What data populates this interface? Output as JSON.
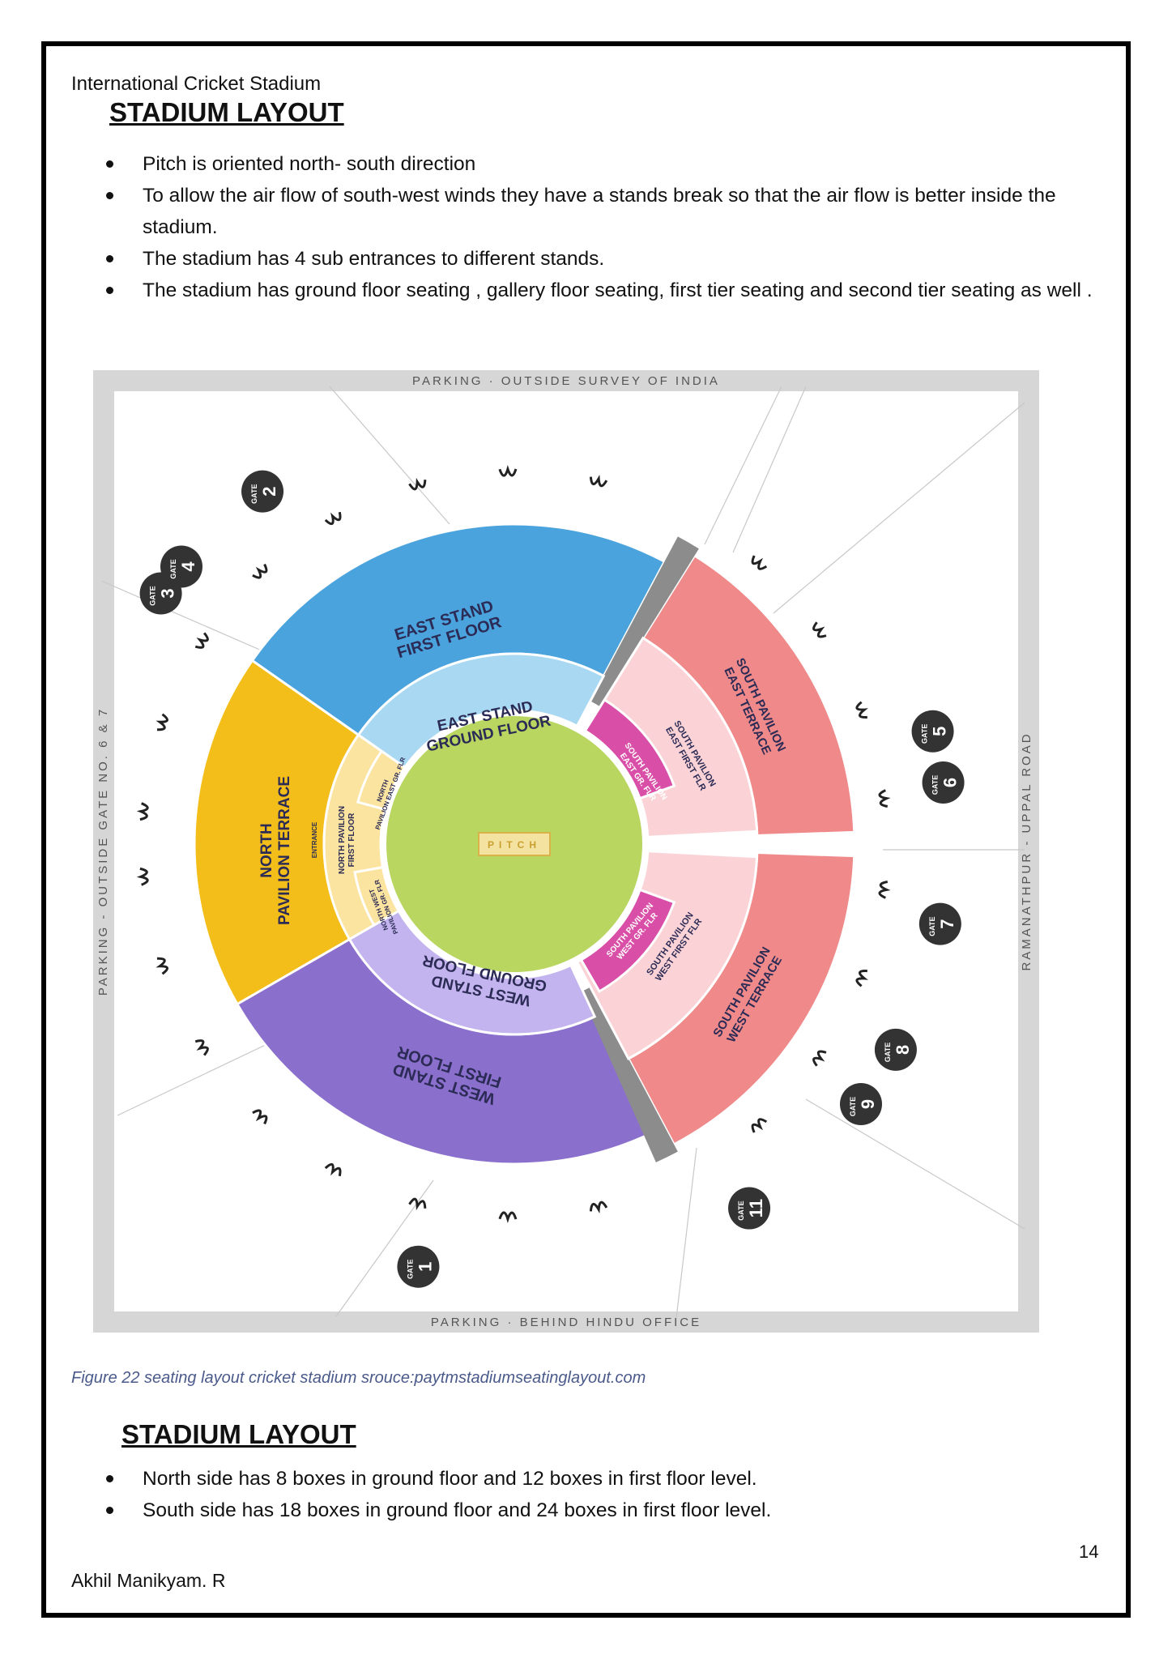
{
  "header": {
    "document_title": "International  Cricket Stadium"
  },
  "section1": {
    "heading": "STADIUM LAYOUT",
    "bullets": [
      "Pitch is oriented north- south direction",
      "To allow the air flow of south-west winds they have a stands break so that the air flow is better inside the stadium.",
      "The stadium has 4 sub entrances to different stands.",
      "The stadium has ground floor seating , gallery floor seating, first tier seating and second tier seating as well ."
    ]
  },
  "figure": {
    "road_top": "PARKING · OUTSIDE SURVEY OF INDIA",
    "road_bottom": "PARKING · BEHIND HINDU OFFICE",
    "road_left": "PARKING - OUTSIDE GATE NO. 6 & 7",
    "road_right": "RAMANATHPUR - UPPAL ROAD",
    "pitch_label": "PITCH",
    "stands": {
      "east_first": "EAST STAND FIRST FLOOR",
      "east_ground": "EAST STAND GROUND FLOOR",
      "west_first": "WEST STAND FIRST FLOOR",
      "west_ground": "WEST STAND GROUND FLOOR",
      "north_terrace": "NORTH PAVILION TERRACE",
      "north_first": "NORTH PAVILION FIRST FLOOR",
      "north_east_gr": "NORTH PAVILION EAST GR. FLR",
      "north_west_gr": "NORTH PAVILION WEST GR. FLR",
      "entrance": "ENTRANCE",
      "south_east_terrace": "SOUTH PAVILION EAST TERRACE",
      "south_east_first": "SOUTH PAVILION EAST FIRST FLR",
      "south_east_gr": "SOUTH PAVILION EAST GR. FLR",
      "south_west_terrace": "SOUTH PAVILION WEST TERRACE",
      "south_west_first": "SOUTH PAVILION WEST FIRST FLR",
      "south_west_gr": "SOUTH PAVILION WEST GR. FLR"
    },
    "gate_word": "GATE",
    "gates": [
      "1",
      "2",
      "3",
      "4",
      "5",
      "6",
      "7",
      "8",
      "9",
      "11"
    ]
  },
  "caption": "Figure 22 seating layout cricket stadium srouce:paytmstadiumseatinglayout.com",
  "section2": {
    "heading": "STADIUM LAYOUT",
    "bullets": [
      "North side has 8 boxes in ground floor and 12 boxes in first floor level.",
      "South side has 18 boxes in ground floor and 24 boxes in first floor level."
    ]
  },
  "footer": {
    "page_number": "14",
    "author": "Akhil Manikyam. R"
  },
  "colors": {
    "east_first": "#4aa3dd",
    "east_ground": "#a9d8f2",
    "west_first": "#8a6fcc",
    "west_ground": "#c3b3ee",
    "north_terrace": "#f4be1a",
    "north_inner": "#fbe3a0",
    "south_terrace": "#f08a8a",
    "south_inner": "#fbd3d6",
    "south_gr": "#d94fa8",
    "field": "#b8d660",
    "gate_circle": "#333333"
  }
}
